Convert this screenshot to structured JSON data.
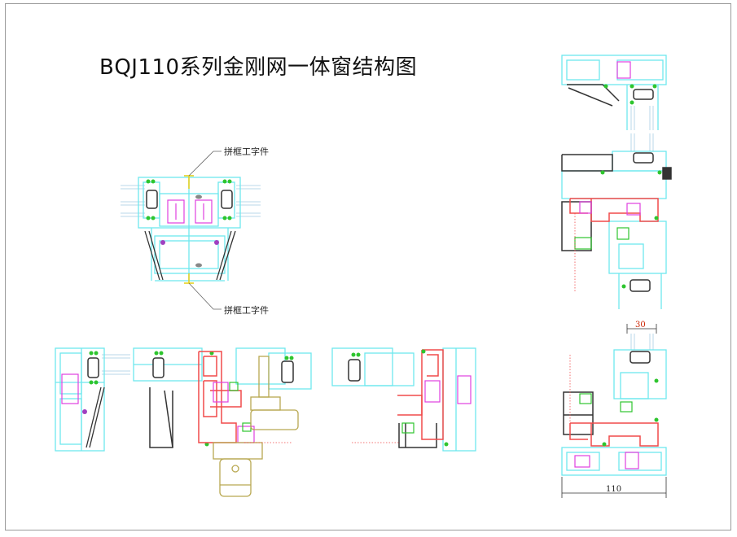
{
  "title": "BQJ110系列金刚网一体窗结构图",
  "labels": {
    "mullion_top": "拼框工字件",
    "mullion_bottom": "拼框工字件"
  },
  "dimensions": {
    "width_30": "30",
    "width_110": "110"
  },
  "colors": {
    "frame_cyan": "#6ee8ee",
    "sash_red": "#f04a4a",
    "magenta": "#e040e0",
    "green": "#2ec52e",
    "dark": "#333333",
    "olive": "#b8a850",
    "yellow": "#e6d020",
    "border": "#9a9a9a"
  }
}
